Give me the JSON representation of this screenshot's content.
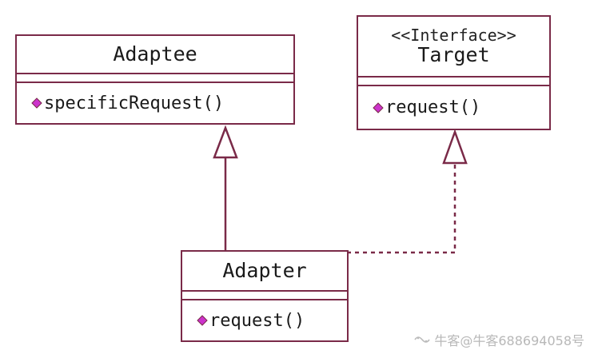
{
  "colors": {
    "border": "#7a2a48",
    "operation_icon": "#cc33cc"
  },
  "classes": {
    "adaptee": {
      "name": "Adaptee",
      "operation": "specificRequest()"
    },
    "target": {
      "stereotype": "<<Interface>>",
      "name": "Target",
      "operation": "request()"
    },
    "adapter": {
      "name": "Adapter",
      "operation": "request()"
    }
  },
  "relations": [
    {
      "from": "Adapter",
      "to": "Adaptee",
      "type": "generalization",
      "line": "solid"
    },
    {
      "from": "Adapter",
      "to": "Target",
      "type": "realization",
      "line": "dashed"
    }
  ],
  "watermark": {
    "text": "牛客@牛客688694058号",
    "icon": "nowcoder-logo-icon"
  }
}
